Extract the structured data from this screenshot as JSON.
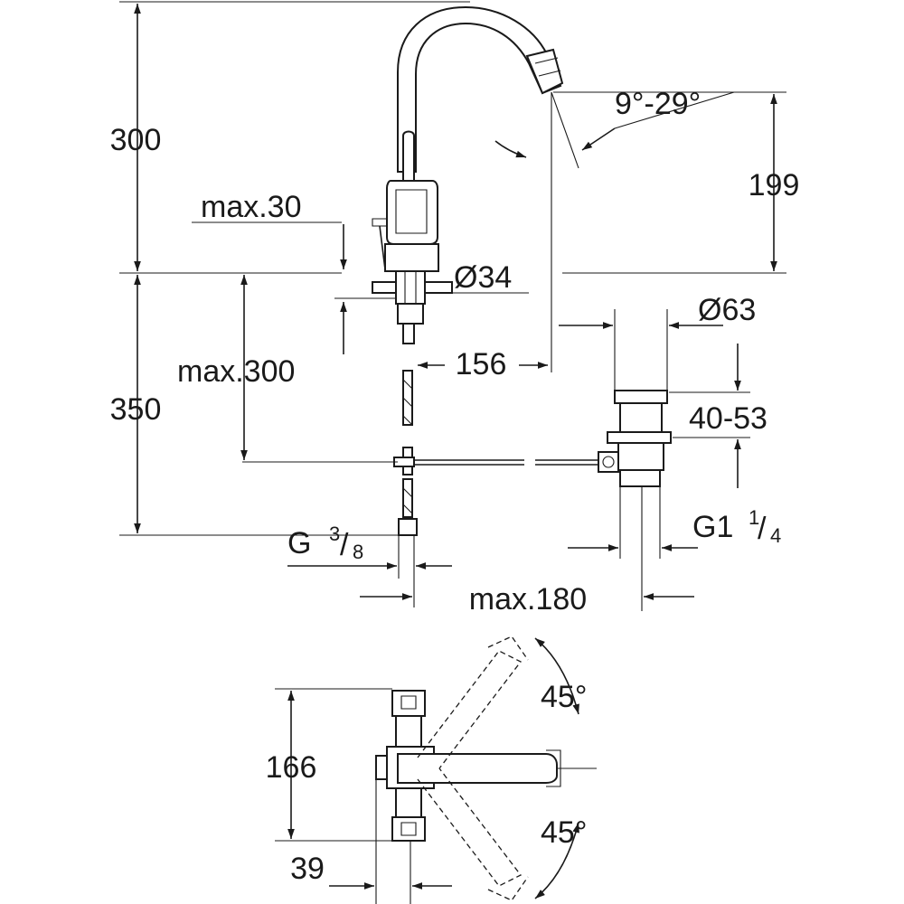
{
  "side_view": {
    "dim_300": "300",
    "dim_199": "199",
    "dim_angle": "9°-29°",
    "dim_max30": "max.30",
    "dim_d34": "Ø34",
    "dim_d63": "Ø63",
    "dim_156": "156",
    "dim_max300": "max.300",
    "dim_350": "350",
    "dim_40_53": "40-53",
    "dim_g38_base": "G",
    "dim_g38_num": "3",
    "dim_g38_den": "8",
    "dim_g114_base": "G1",
    "dim_g114_num": "1",
    "dim_g114_den": "4",
    "dim_max180": "max.180"
  },
  "top_view": {
    "dim_166": "166",
    "dim_39": "39",
    "dim_angle_top": "45°",
    "dim_angle_bottom": "45°"
  }
}
